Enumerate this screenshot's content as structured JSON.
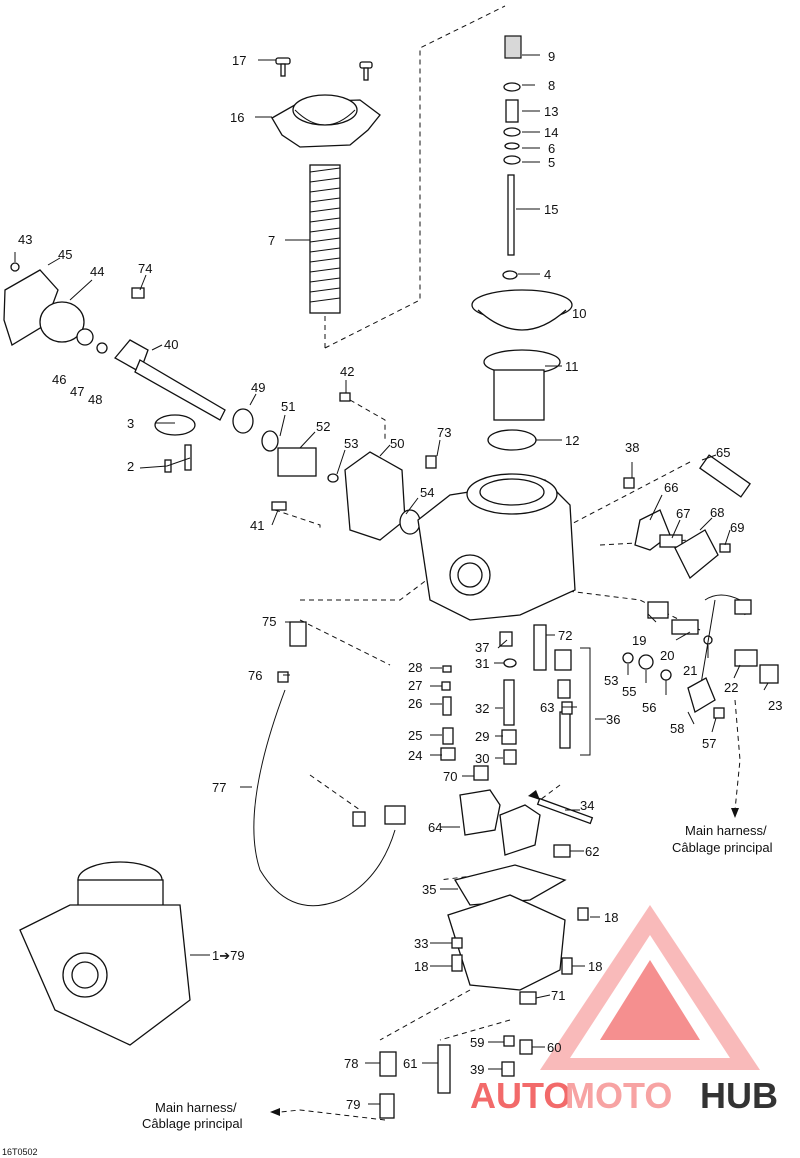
{
  "drawing_code": "16T0502",
  "labels": {
    "l17": "17",
    "l16": "16",
    "l7": "7",
    "l9": "9",
    "l8": "8",
    "l13": "13",
    "l14": "14",
    "l6": "6",
    "l5": "5",
    "l15": "15",
    "l4": "4",
    "l10": "10",
    "l11": "11",
    "l12": "12",
    "l43": "43",
    "l45": "45",
    "l44": "44",
    "l74": "74",
    "l46": "46",
    "l47": "47",
    "l48": "48",
    "l40": "40",
    "l3": "3",
    "l2": "2",
    "l49": "49",
    "l51": "51",
    "l52": "52",
    "l42": "42",
    "l53": "53",
    "l50": "50",
    "l73": "73",
    "l38": "38",
    "l65": "65",
    "l66": "66",
    "l67": "67",
    "l68": "68",
    "l69": "69",
    "l41": "41",
    "l54": "54",
    "l75": "75",
    "l76": "76",
    "l37": "37",
    "l72": "72",
    "l28": "28",
    "l31": "31",
    "l27": "27",
    "l26": "26",
    "l32": "32",
    "l63": "63",
    "l36": "36",
    "l25": "25",
    "l29": "29",
    "l24": "24",
    "l30": "30",
    "l70": "70",
    "l19": "19",
    "l20": "20",
    "l21": "21",
    "l22": "22",
    "l23": "23",
    "l53b": "53",
    "l55": "55",
    "l56": "56",
    "l58": "58",
    "l57": "57",
    "l77": "77",
    "l34": "34",
    "l64": "64",
    "l62": "62",
    "l35": "35",
    "l18a": "18",
    "l33": "33",
    "l18b": "18",
    "l18c": "18",
    "l71": "71",
    "l59": "59",
    "l60": "60",
    "l39": "39",
    "l78": "78",
    "l61": "61",
    "l79": "79",
    "assembly": "1➔79"
  },
  "notes": {
    "harness_right": "Main harness/",
    "harness_right2": "Câblage principal",
    "harness_left": "Main harness/",
    "harness_left2": "Câblage principal"
  },
  "watermark": {
    "part1": "AUTO",
    "part2": "MOTO",
    "part3": "HUB",
    "colors": {
      "accent": "#f26a6a",
      "light": "#f7a3a3",
      "dark": "#333333"
    }
  }
}
